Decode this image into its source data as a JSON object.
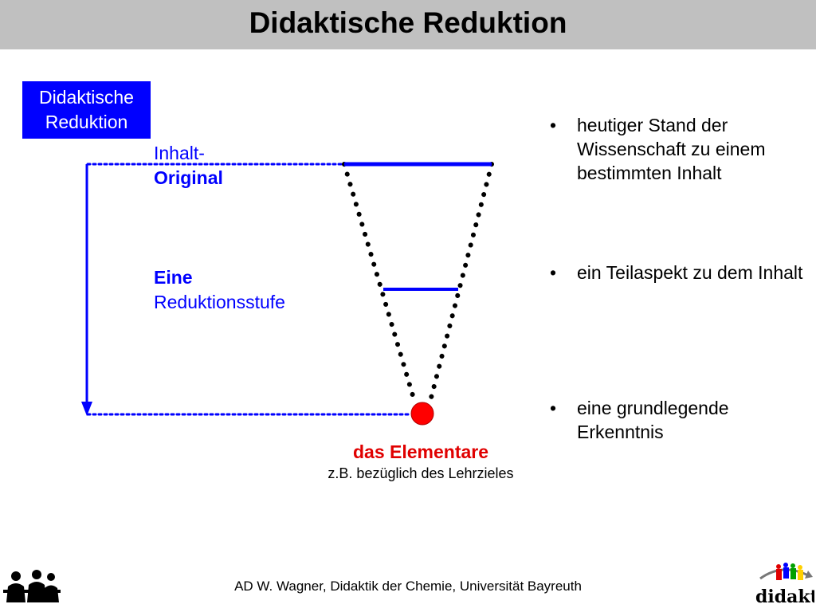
{
  "title": "Didaktische Reduktion",
  "label_box": {
    "line1": "Didaktische",
    "line2": "Reduktion"
  },
  "levels": {
    "top": {
      "line1": "Inhalt-",
      "line2": "Original"
    },
    "middle": {
      "line1": "Eine",
      "line2": "Reduktionsstufe"
    },
    "bottom": {
      "main": "das Elementare",
      "sub": "z.B. bezüglich des Lehrzieles"
    }
  },
  "bullets": [
    {
      "text": "heutiger Stand der Wissenschaft zu einem bestimmten Inhalt"
    },
    {
      "text": "ein Teilaspekt zu dem Inhalt"
    },
    {
      "text": "eine grundlegende Erkenntnis"
    }
  ],
  "footer": "AD W. Wagner, Didaktik der Chemie, Universität Bayreuth",
  "logo": {
    "text": "didaktik"
  },
  "colors": {
    "blue": "#0000ff",
    "red": "#e00000",
    "title_bar": "#c0c0c0"
  },
  "icons": {
    "footer_left": "people-silhouette-icon",
    "footer_right": "didaktik-logo-icon"
  }
}
